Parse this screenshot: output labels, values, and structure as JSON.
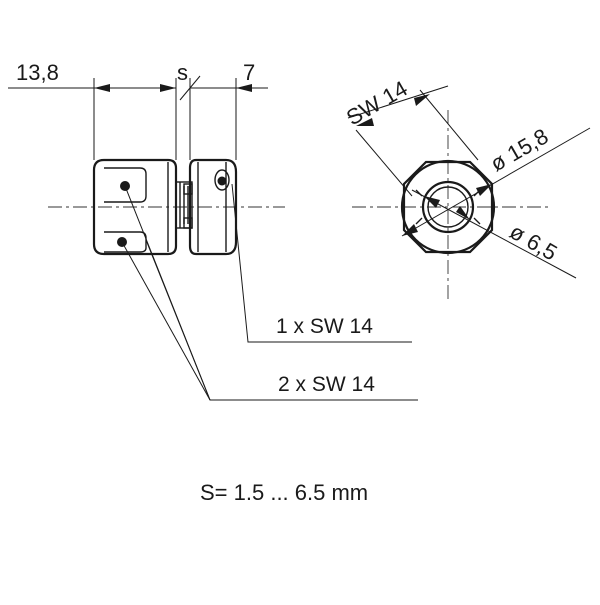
{
  "dimensions": {
    "length": "13,8",
    "gap": "s",
    "width": "7",
    "across_flats": "SW  14",
    "outer_diameter": "ø 15,8",
    "bore_diameter": "ø 6,5"
  },
  "callouts": {
    "single": "1 x SW 14",
    "double": "2 x SW 14"
  },
  "note": "S= 1.5 ... 6.5 mm"
}
